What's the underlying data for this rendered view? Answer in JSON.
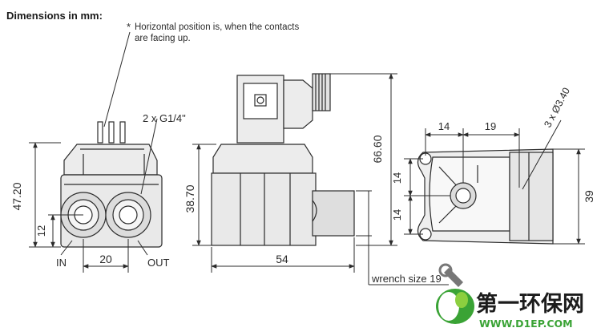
{
  "title": "Dimensions in mm:",
  "note": {
    "marker": "*",
    "line1": "Horizontal position is, when the contacts",
    "line2": "are facing up."
  },
  "front_view": {
    "thread_label": "2 x G1/4\"",
    "height": "47.20",
    "port_height": "12",
    "port_spacing": "20",
    "inlet_label": "IN",
    "outlet_label": "OUT"
  },
  "side_view": {
    "body_height": "38.70",
    "overall_height": "66.60",
    "length": "54",
    "wrench_label": "wrench size 19"
  },
  "bottom_view": {
    "dim_left": "14",
    "dim_right": "19",
    "dim_upper": "14",
    "dim_lower": "14",
    "height": "39",
    "holes": "3 x Ø3.40"
  },
  "watermark": {
    "cn_text": "第一环保网",
    "url_text": "WWW.D1EP.COM",
    "colors": {
      "green": "#3aa335",
      "dark": "#1c1c1c"
    }
  },
  "colors": {
    "line": "#2b2b2b",
    "body_fill": "#e9e9e9",
    "text": "#2b2b2b"
  }
}
